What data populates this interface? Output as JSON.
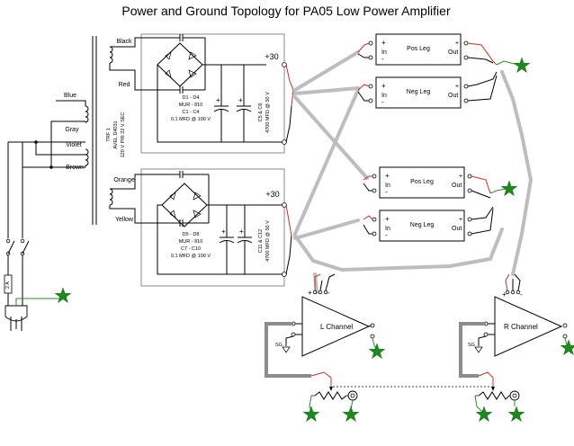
{
  "title": "Power and Ground Topology for PA05 Low Power Amplifier",
  "transformer": {
    "name": "TRF 1",
    "model": "AVEL D4031",
    "rating": "120 V PRI   22 V SEC",
    "primary_wires": [
      "Blue",
      "Gray",
      "Violet",
      "Brown"
    ],
    "secondary1_wires": [
      "Black",
      "Red"
    ],
    "secondary2_wires": [
      "Orange",
      "Yellow"
    ]
  },
  "fuse": "2 A",
  "supply1": {
    "rail": "+30",
    "diodes": "D1 - D4",
    "diode_part": "MUR - 810",
    "snubber_caps": "C1 - C4",
    "snubber_value": "0.1 MFD @ 100 V",
    "bulk_caps": "C5 & C6",
    "bulk_value": "4700 MFD @ 50 V"
  },
  "supply2": {
    "rail": "+30",
    "diodes": "D5 - D8",
    "diode_part": "MUR - 810",
    "snubber_caps": "C7 - C10",
    "snubber_value": "0.1 MFD @ 100 V",
    "bulk_caps": "C11 & C12",
    "bulk_value": "4700 MFD @ 50 V"
  },
  "legs": [
    {
      "name": "Pos Leg",
      "in": "In",
      "out": "Out",
      "plus": "+",
      "minus": "-"
    },
    {
      "name": "Neg Leg",
      "in": "In",
      "out": "Out",
      "plus": "+",
      "minus": "-"
    },
    {
      "name": "Pos Leg",
      "in": "In",
      "out": "Out",
      "plus": "+",
      "minus": "-"
    },
    {
      "name": "Neg Leg",
      "in": "In",
      "out": "Out",
      "plus": "+",
      "minus": "-"
    }
  ],
  "channels": [
    {
      "name": "L Channel",
      "sg": "SG",
      "plus": "+",
      "minus": "-"
    },
    {
      "name": "R Channel",
      "sg": "SG",
      "plus": "+",
      "minus": "-"
    }
  ],
  "cap_polarity": "+",
  "colors": {
    "wire": "#000000",
    "hot": "#d62a1e",
    "ground": "#2e8b2e",
    "rail": "#bdbdbd",
    "ground_bus": "#8c8c8c",
    "star": "#1d8a1d"
  },
  "icons": [
    "ground-star-icon",
    "plug-icon",
    "fuse-icon",
    "switch-icon",
    "rca-jack-icon",
    "potentiometer-icon"
  ]
}
